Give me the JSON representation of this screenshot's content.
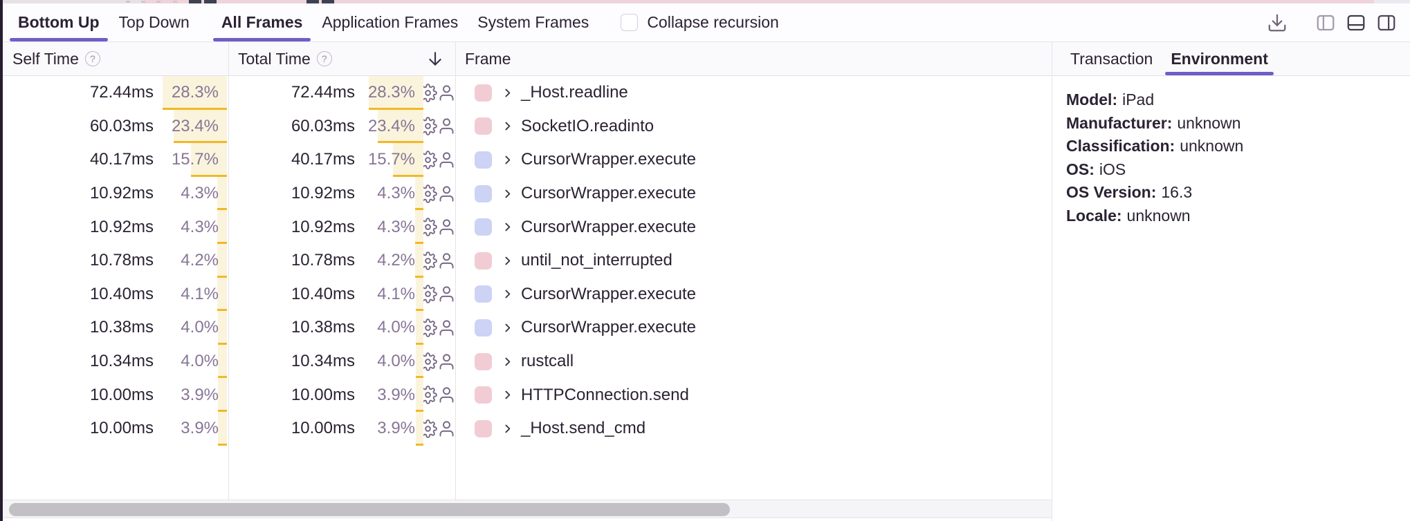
{
  "toolbar": {
    "view_tabs": [
      {
        "label": "Bottom Up",
        "active": true
      },
      {
        "label": "Top Down",
        "active": false
      }
    ],
    "filter_tabs": [
      {
        "label": "All Frames",
        "active": true
      },
      {
        "label": "Application Frames",
        "active": false
      },
      {
        "label": "System Frames",
        "active": false
      }
    ],
    "collapse_recursion": {
      "label": "Collapse recursion",
      "checked": false
    },
    "action_icons": [
      "download-icon",
      "layout-table-left-icon",
      "layout-table-bottom-icon",
      "layout-table-right-icon"
    ]
  },
  "table": {
    "headers": {
      "self": "Self Time",
      "total": "Total Time",
      "frame": "Frame"
    },
    "sort": {
      "column": "total",
      "direction": "descending",
      "icon": "arrow-down"
    },
    "max_pct": 28.3,
    "rows": [
      {
        "self_time": "72.44ms",
        "self_pct": "28.3%",
        "total_time": "72.44ms",
        "total_pct": "28.3%",
        "pct": 28.3,
        "frame": "_Host.readline",
        "type": "system"
      },
      {
        "self_time": "60.03ms",
        "self_pct": "23.4%",
        "total_time": "60.03ms",
        "total_pct": "23.4%",
        "pct": 23.4,
        "frame": "SocketIO.readinto",
        "type": "system"
      },
      {
        "self_time": "40.17ms",
        "self_pct": "15.7%",
        "total_time": "40.17ms",
        "total_pct": "15.7%",
        "pct": 15.7,
        "frame": "CursorWrapper.execute",
        "type": "application"
      },
      {
        "self_time": "10.92ms",
        "self_pct": "4.3%",
        "total_time": "10.92ms",
        "total_pct": "4.3%",
        "pct": 4.3,
        "frame": "CursorWrapper.execute",
        "type": "application"
      },
      {
        "self_time": "10.92ms",
        "self_pct": "4.3%",
        "total_time": "10.92ms",
        "total_pct": "4.3%",
        "pct": 4.3,
        "frame": "CursorWrapper.execute",
        "type": "application"
      },
      {
        "self_time": "10.78ms",
        "self_pct": "4.2%",
        "total_time": "10.78ms",
        "total_pct": "4.2%",
        "pct": 4.2,
        "frame": "until_not_interrupted",
        "type": "system"
      },
      {
        "self_time": "10.40ms",
        "self_pct": "4.1%",
        "total_time": "10.40ms",
        "total_pct": "4.1%",
        "pct": 4.1,
        "frame": "CursorWrapper.execute",
        "type": "application"
      },
      {
        "self_time": "10.38ms",
        "self_pct": "4.0%",
        "total_time": "10.38ms",
        "total_pct": "4.0%",
        "pct": 4.0,
        "frame": "CursorWrapper.execute",
        "type": "application"
      },
      {
        "self_time": "10.34ms",
        "self_pct": "4.0%",
        "total_time": "10.34ms",
        "total_pct": "4.0%",
        "pct": 4.0,
        "frame": "rustcall",
        "type": "system"
      },
      {
        "self_time": "10.00ms",
        "self_pct": "3.9%",
        "total_time": "10.00ms",
        "total_pct": "3.9%",
        "pct": 3.9,
        "frame": "HTTPConnection.send",
        "type": "system"
      },
      {
        "self_time": "10.00ms",
        "self_pct": "3.9%",
        "total_time": "10.00ms",
        "total_pct": "3.9%",
        "pct": 3.9,
        "frame": "_Host.send_cmd",
        "type": "system"
      }
    ]
  },
  "panel": {
    "tabs": [
      {
        "label": "Transaction",
        "active": false
      },
      {
        "label": "Environment",
        "active": true
      }
    ],
    "environment": [
      {
        "label": "Model:",
        "value": "iPad"
      },
      {
        "label": "Manufacturer:",
        "value": "unknown"
      },
      {
        "label": "Classification:",
        "value": "unknown"
      },
      {
        "label": "OS:",
        "value": "iOS"
      },
      {
        "label": "OS Version:",
        "value": "16.3"
      },
      {
        "label": "Locale:",
        "value": "unknown"
      }
    ]
  },
  "colors": {
    "accent": "#6c5fc7",
    "bar_bg": "#fbf4dd",
    "bar_line": "#f2b824",
    "system_chip": "#f2ccd4",
    "application_chip": "#ccd3f5"
  }
}
